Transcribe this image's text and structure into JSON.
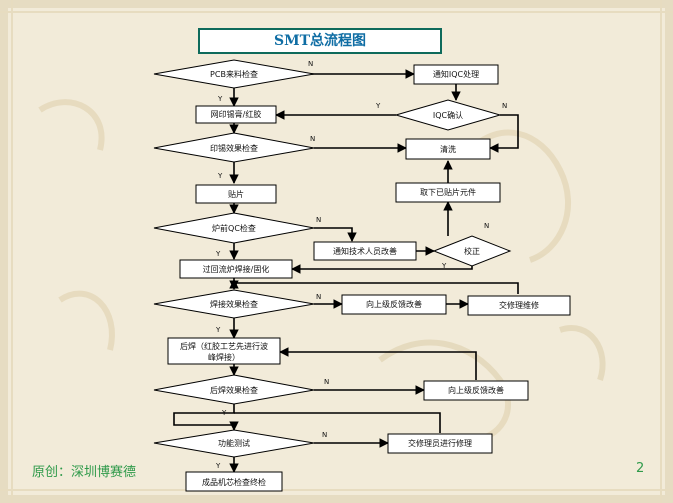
{
  "title": "SMT总流程图",
  "footer": {
    "credit": "原创：深圳博赛德",
    "page_number": "2"
  },
  "nodes": {
    "pcb_check": "PCB来料检查",
    "notify_iqc": "通知IQC处理",
    "iqc_confirm": "IQC确认",
    "print": "网印锡膏/红胶",
    "print_check": "印锡效果检查",
    "clean": "清洗",
    "mount": "贴片",
    "remove_parts": "取下已贴片元件",
    "prereflow_check": "炉前QC检查",
    "notify_tech": "通知技术人员改善",
    "correct": "校正",
    "reflow": "过回流炉焊接/固化",
    "solder_check": "焊接效果检查",
    "report_up_1": "向上级反馈改善",
    "repair_1": "交修理维修",
    "post_solder_1": "后焊（红胶工艺先进行波",
    "post_solder_2": "峰焊接）",
    "post_solder_check": "后焊效果检查",
    "report_up_2": "向上级反馈改善",
    "function_test": "功能测试",
    "repair_2": "交修理员进行修理",
    "final_check": "成品机芯检查终检"
  },
  "labels": {
    "yes": "Y",
    "no": "N"
  },
  "colors": {
    "title_border": "#0e6a5b",
    "title_text": "#0f6da4",
    "footer_text": "#2f9a4a",
    "line": "#000000"
  }
}
